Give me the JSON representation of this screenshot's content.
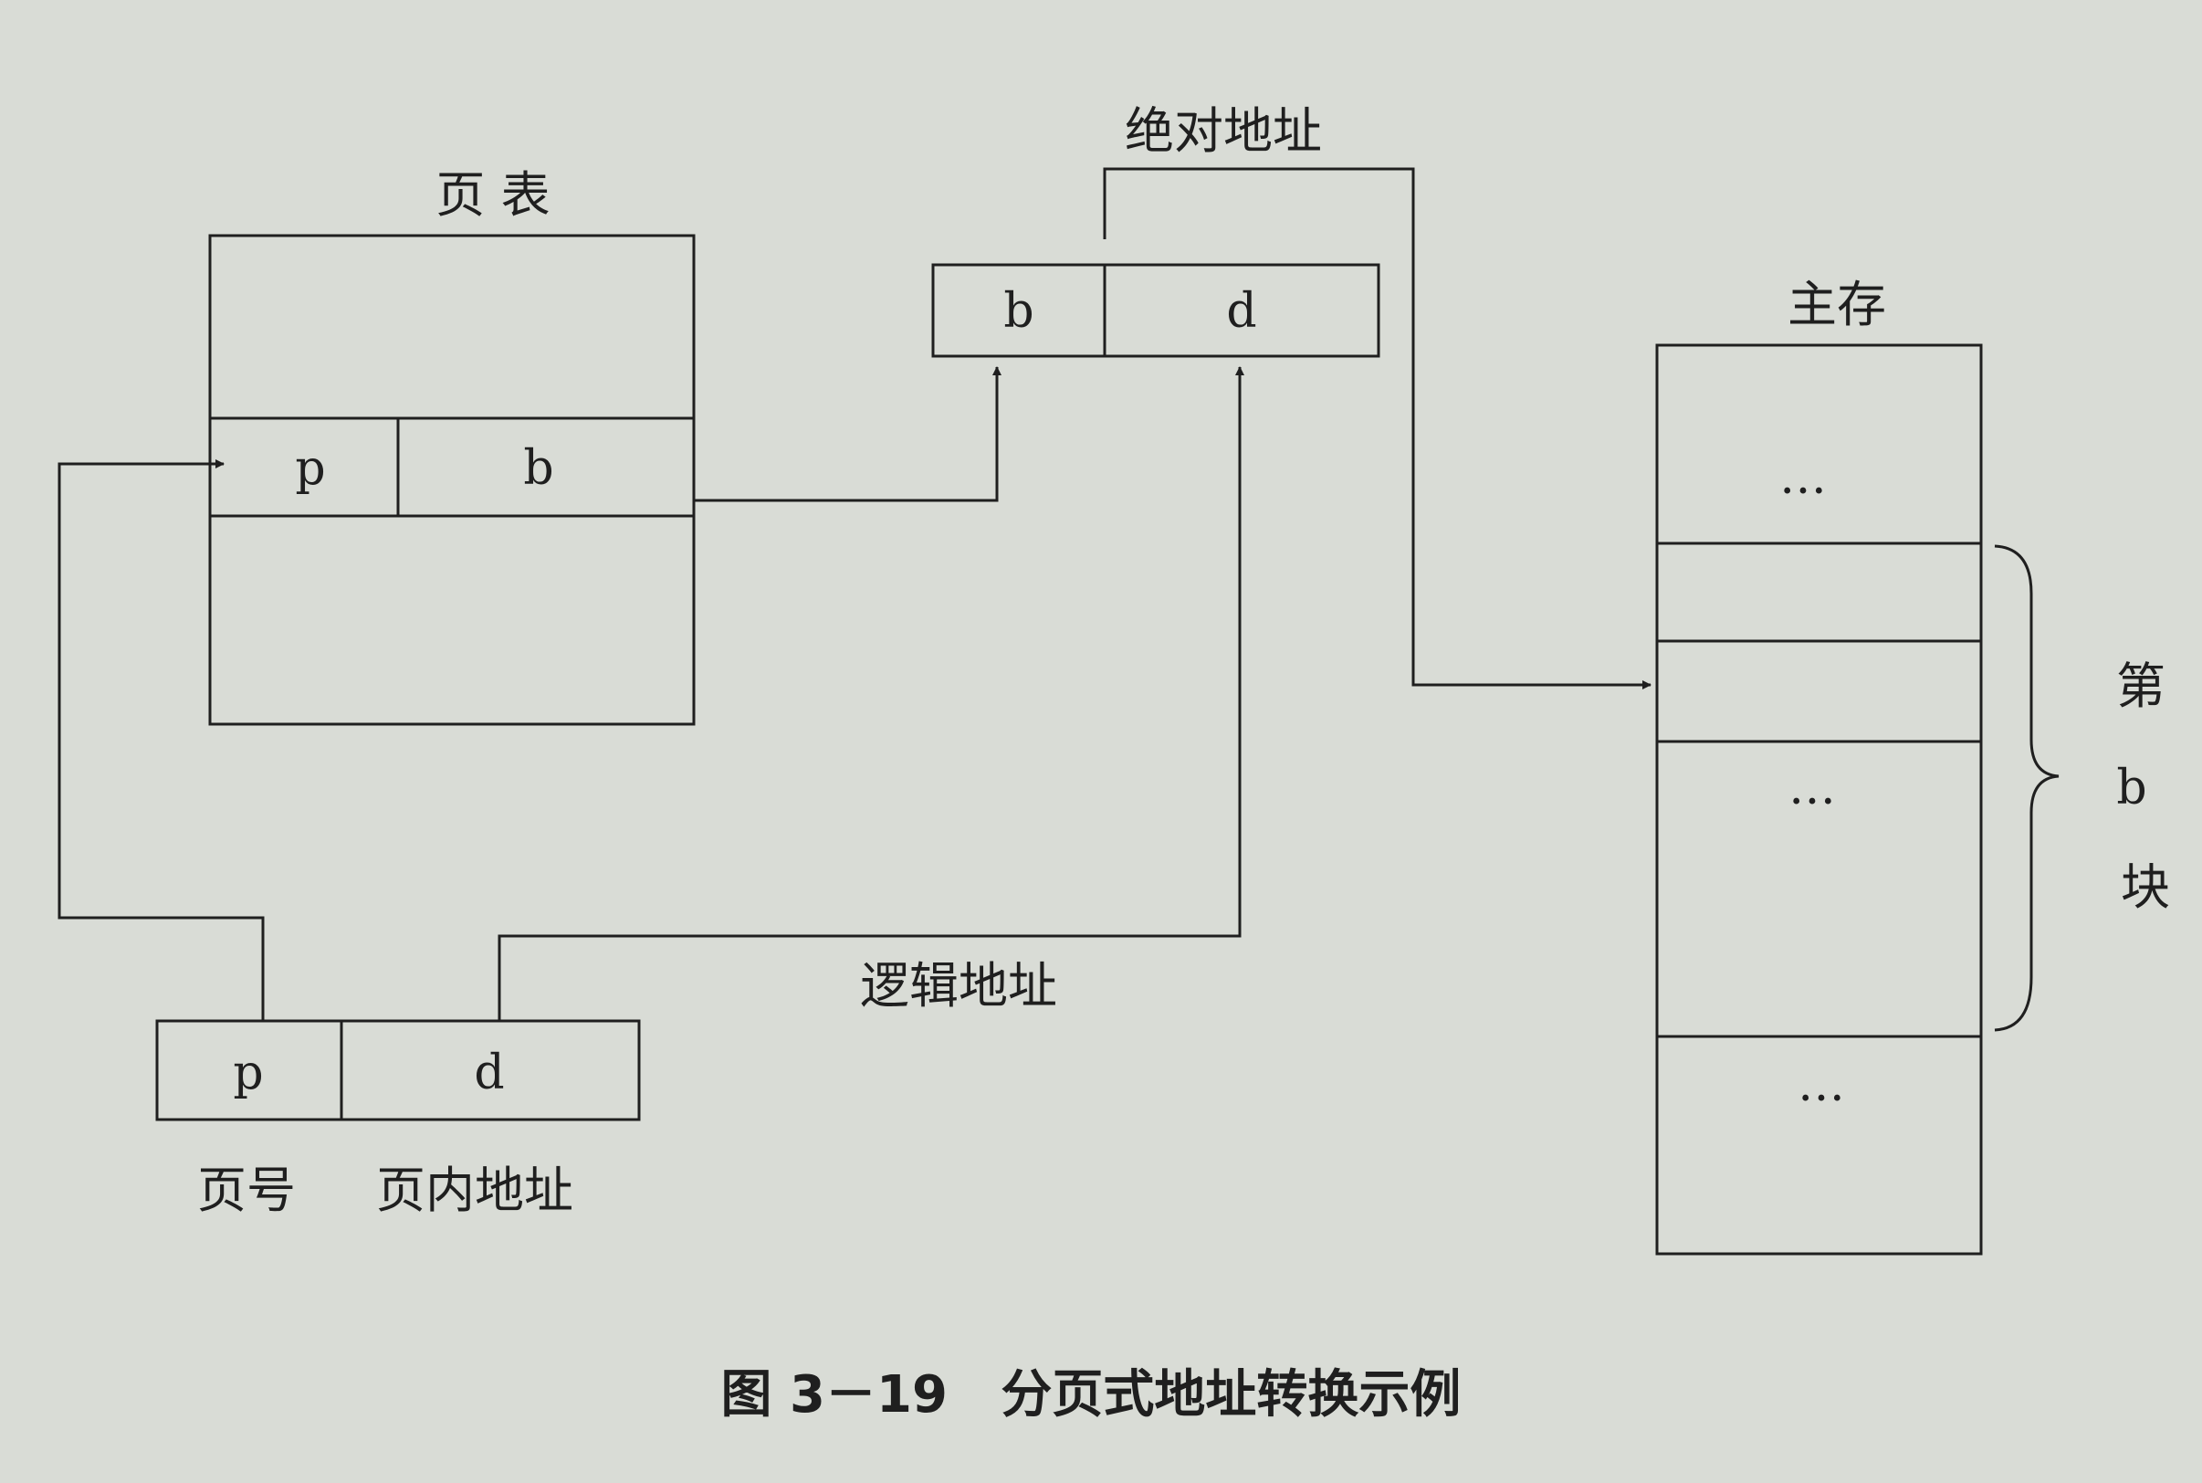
{
  "page_table": {
    "title": "页 表",
    "entry_p": "p",
    "entry_b": "b"
  },
  "absolute_address": {
    "label": "绝对地址",
    "field_b": "b",
    "field_d": "d"
  },
  "logical_address": {
    "label": "逻辑地址",
    "field_p": "p",
    "field_d": "d",
    "caption_p": "页号",
    "caption_d": "页内地址"
  },
  "main_memory": {
    "title": "主存",
    "ellipsis": "…",
    "block_label": [
      "第",
      "b",
      "块"
    ]
  },
  "figure_caption": "图 3－19   分页式地址转换示例",
  "colors": {
    "ink": "#1f1f1f",
    "paper": "#d9dcd6"
  }
}
